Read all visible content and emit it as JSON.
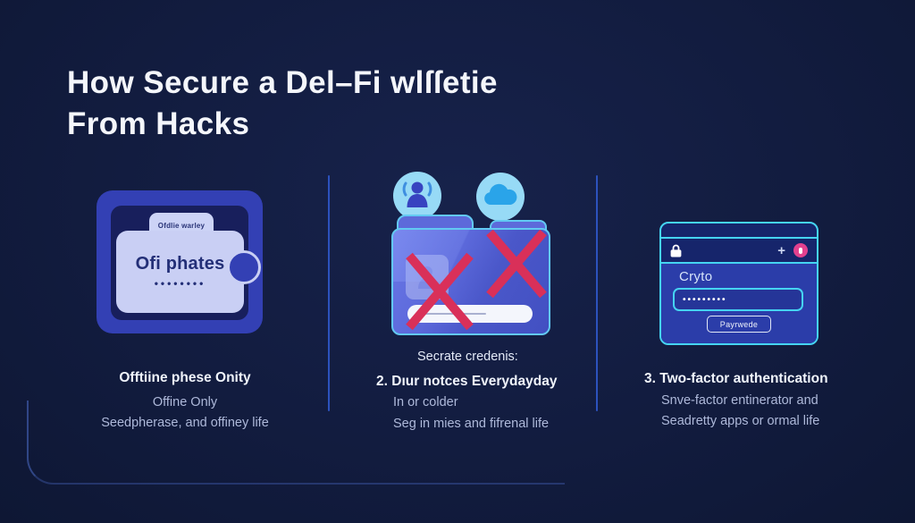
{
  "title": {
    "line1": "How Secure a Del–Fi wlſſetie",
    "line2": "From Hacks"
  },
  "columns": [
    {
      "wallet": {
        "tab_label": "Ofdlie warley",
        "title": "Ofi phates",
        "dots": "••••••••"
      },
      "text": {
        "heading": "Offtiine phese Onity",
        "body1": "Offine Only",
        "body2": "Seedpherase, and offiney life"
      }
    },
    {
      "icons": {
        "left": "person-signal-icon",
        "right": "cloud-icon",
        "crossed_out": "x-mark-icon"
      },
      "text": {
        "intro": "Secrate credenis:",
        "number": "2.",
        "heading": "Dıur notces Everydayday",
        "body1": "In or colder",
        "body2": "Seg in mies and fifrenal life"
      }
    },
    {
      "window": {
        "label": "Cryto",
        "password_dots": "•••••••••",
        "button_label": "Payrwede",
        "plus_label": "+"
      },
      "text": {
        "number": "3.",
        "heading": "Two-factor authentication",
        "body1": "Snve-factor entinerator and",
        "body2": "Seadretty apps or ormal life"
      }
    }
  ],
  "colors": {
    "background": "#121c3f",
    "accent_blue": "#3340b4",
    "cyan": "#45d4f2",
    "red_x": "#d93059",
    "pink": "#e2418f",
    "card": "#c9cff4",
    "icon_circle": "#97daf6",
    "body_text": "#aeb9da"
  }
}
